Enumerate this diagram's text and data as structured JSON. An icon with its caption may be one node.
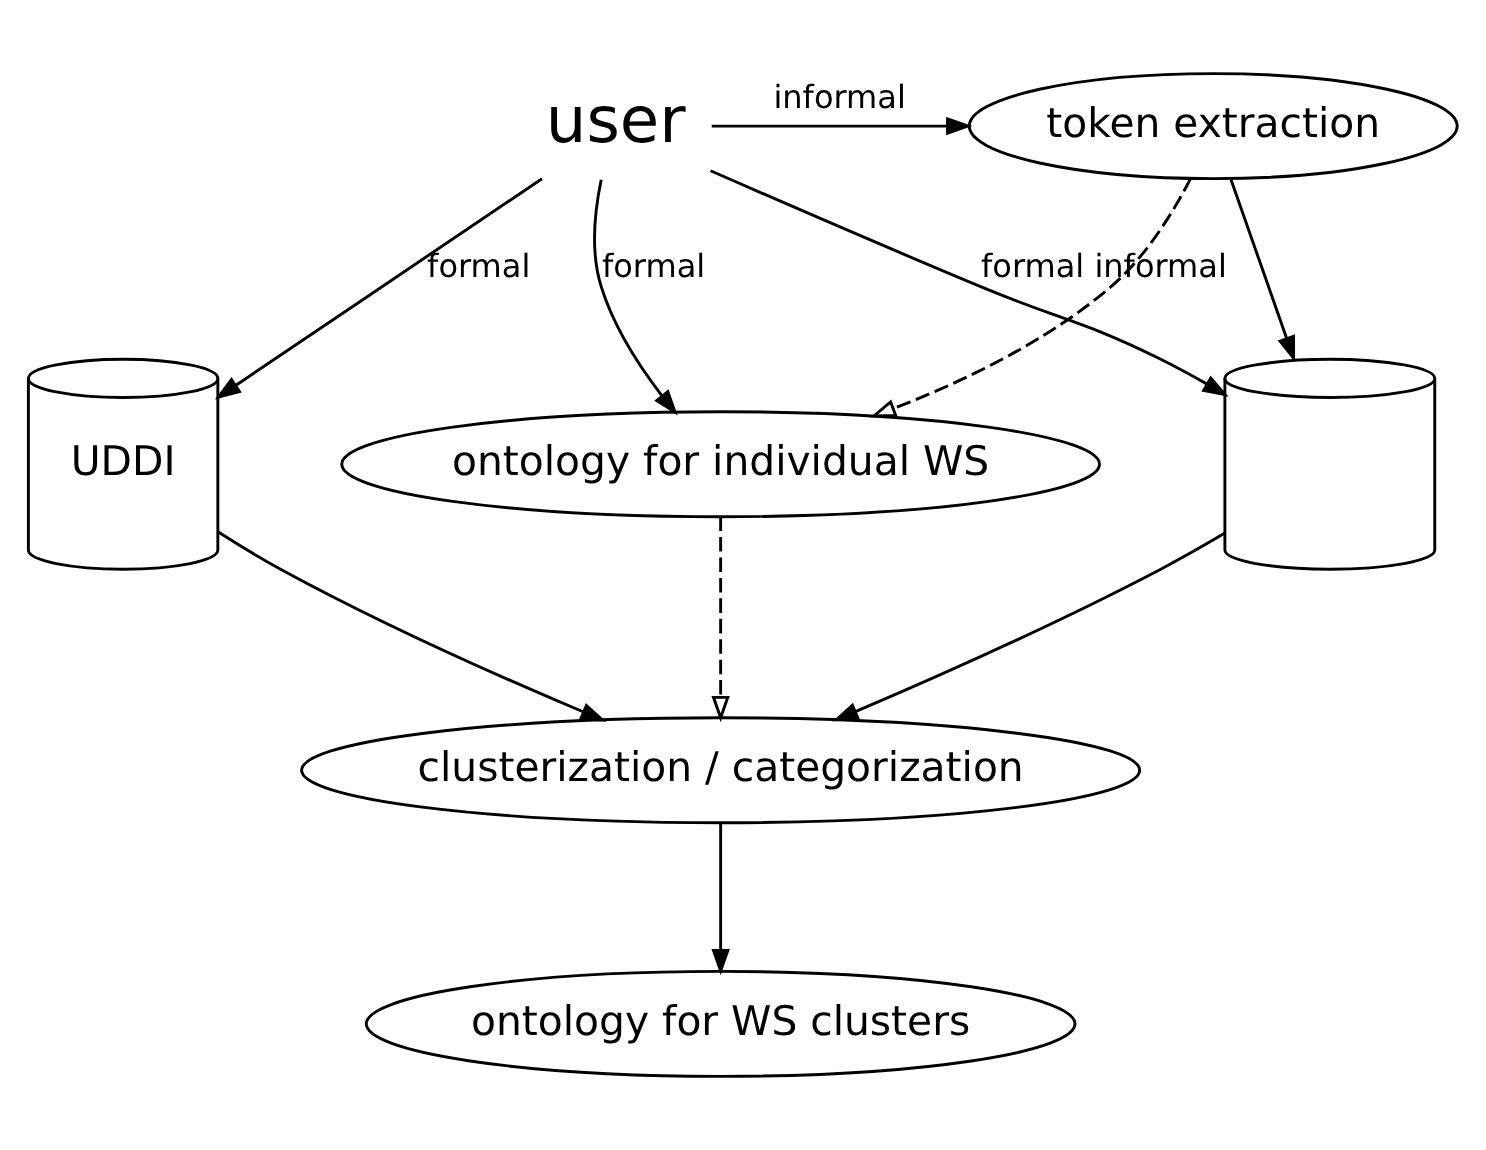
{
  "diagram": {
    "nodes": [
      {
        "text": [
          "user"
        ]
      },
      {
        "text": [
          "token extraction"
        ]
      },
      {
        "text": [
          "UDDI"
        ]
      },
      {
        "text": [],
        "shape": "cylinder"
      },
      {
        "text": [
          "ontology for individual WS"
        ]
      },
      {
        "text": [
          "clusterization / categorization"
        ]
      },
      {
        "text": [
          "ontology for WS clusters"
        ]
      }
    ],
    "edges": [
      {
        "from": 0,
        "to": 1,
        "arrow": "to",
        "label": "informal"
      },
      {
        "from": 0,
        "to": 2,
        "arrow": "to",
        "label": "formal"
      },
      {
        "from": 0,
        "to": 3,
        "arrow": "to",
        "label": "formal informal"
      },
      {
        "from": 0,
        "to": 4,
        "arrow": "to",
        "label": "formal"
      },
      {
        "from": 1,
        "to": 3,
        "arrow": "to"
      },
      {
        "from": 1,
        "to": 4,
        "arrow": "to",
        "style": "dashed"
      },
      {
        "from": 2,
        "to": 5,
        "arrow": "to"
      },
      {
        "from": 3,
        "to": 5,
        "arrow": "to"
      },
      {
        "from": 4,
        "to": 5,
        "arrow": "to",
        "style": "dashed"
      },
      {
        "from": 5,
        "to": 6,
        "arrow": "to"
      }
    ]
  }
}
